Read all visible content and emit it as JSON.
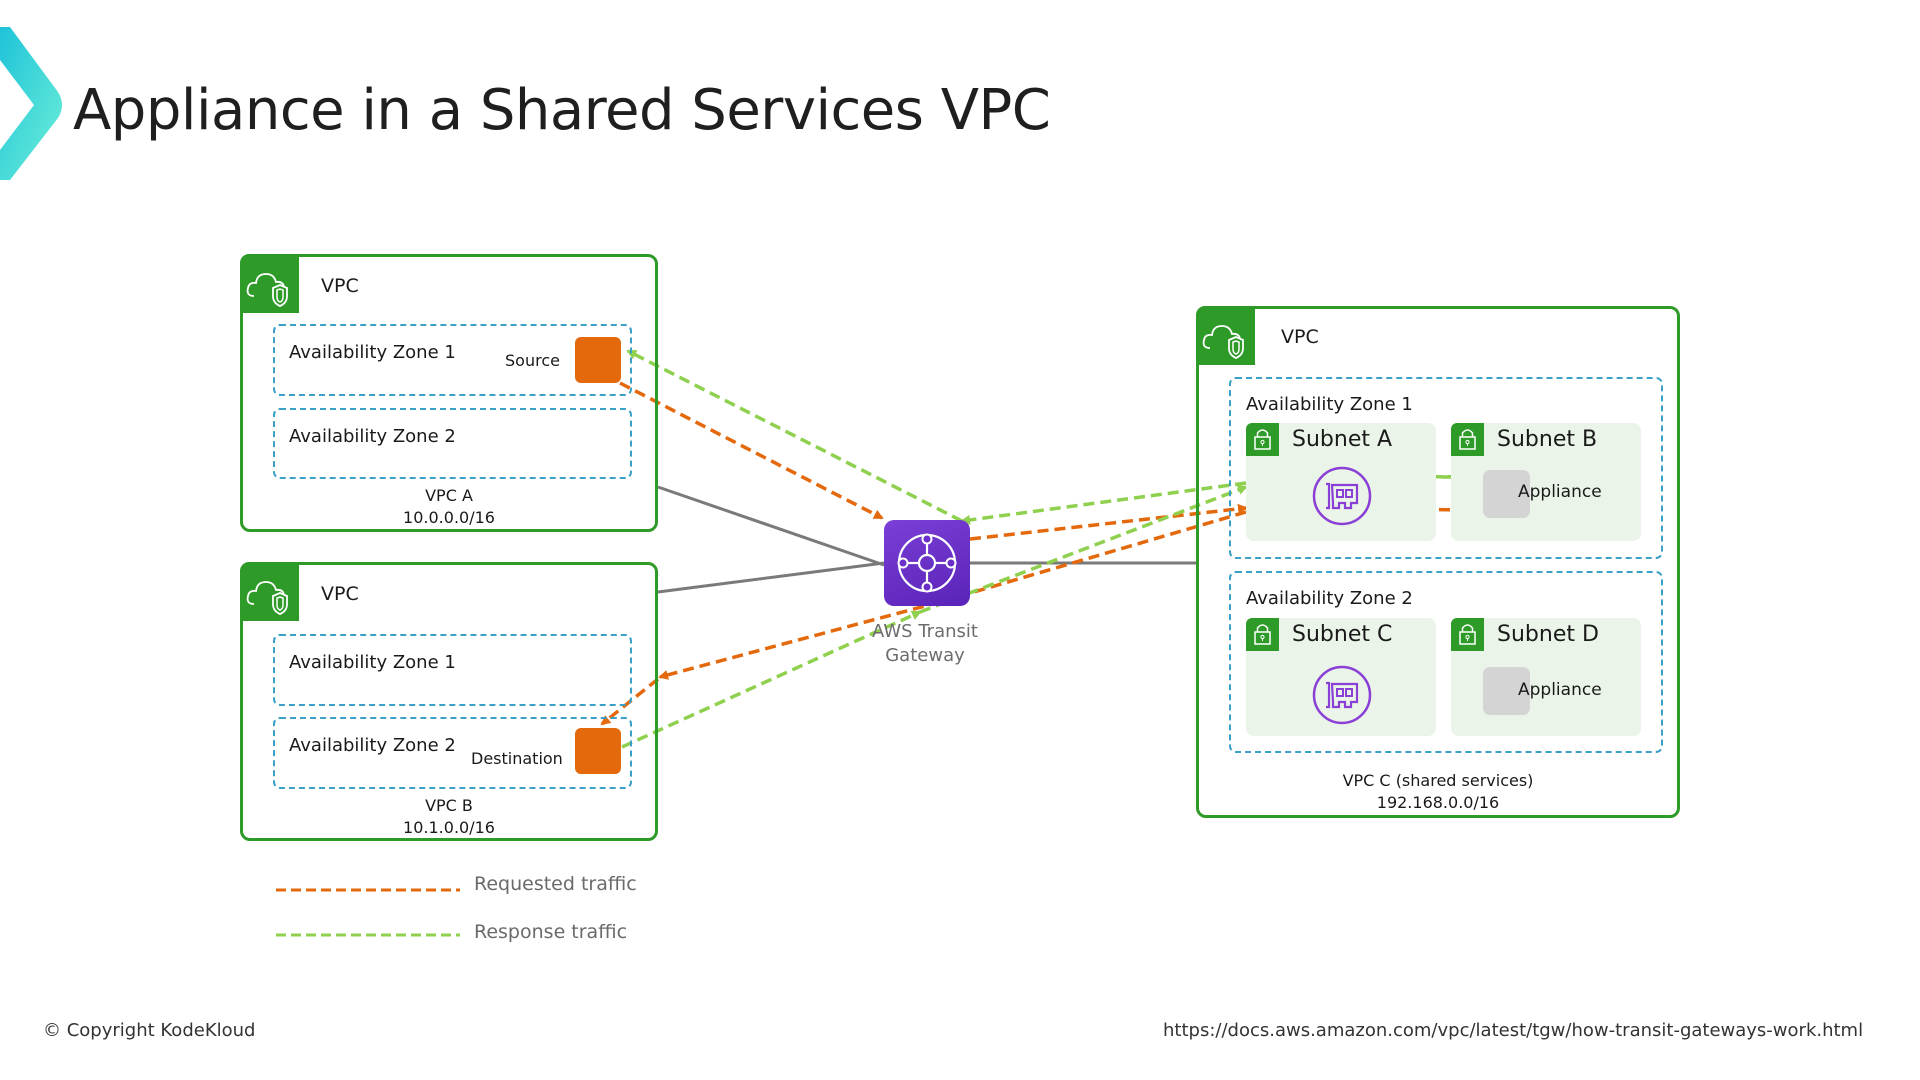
{
  "title": "Appliance in a Shared Services VPC",
  "colors": {
    "vpc_border": "#2e9a27",
    "az_border": "#3aa0c8",
    "requested": "#e4690c",
    "response": "#8fd14f",
    "tgw": "#6a2fc8",
    "eni": "#8a3fd6",
    "connector": "#7a7a7a"
  },
  "vpc_a": {
    "header": "VPC",
    "icon": "vpc-cloud-shield-icon",
    "az1": "Availability Zone 1",
    "az2": "Availability Zone 2",
    "source_label": "Source",
    "name": "VPC A",
    "cidr": "10.0.0.0/16"
  },
  "vpc_b": {
    "header": "VPC",
    "icon": "vpc-cloud-shield-icon",
    "az1": "Availability Zone 1",
    "az2": "Availability Zone 2",
    "destination_label": "Destination",
    "name": "VPC B",
    "cidr": "10.1.0.0/16"
  },
  "tgw": {
    "line1": "AWS Transit",
    "line2": "Gateway",
    "icon": "transit-gateway-icon"
  },
  "vpc_c": {
    "header": "VPC",
    "icon": "vpc-cloud-shield-icon",
    "az1": "Availability Zone 1",
    "az2": "Availability Zone 2",
    "subnets": [
      {
        "label": "Subnet A",
        "content": "eni-icon"
      },
      {
        "label": "Subnet B",
        "content": "Appliance"
      },
      {
        "label": "Subnet C",
        "content": "eni-icon"
      },
      {
        "label": "Subnet D",
        "content": "Appliance"
      }
    ],
    "name": "VPC C (shared services)",
    "cidr": "192.168.0.0/16"
  },
  "legend": {
    "requested": "Requested traffic",
    "response": "Response traffic"
  },
  "footer": {
    "copyright": "© Copyright KodeKloud",
    "url": "https://docs.aws.amazon.com/vpc/latest/tgw/how-transit-gateways-work.html"
  }
}
